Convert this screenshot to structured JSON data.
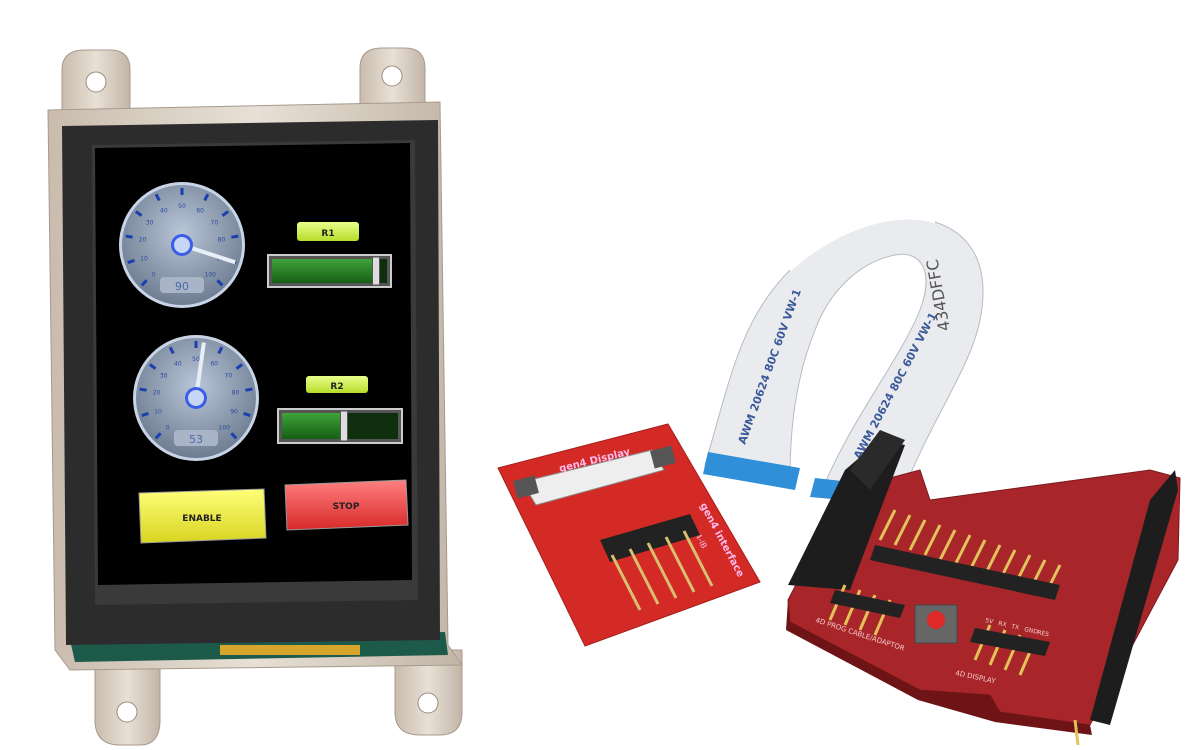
{
  "display_module": {
    "gauges": [
      {
        "value_text": "90",
        "value": 90,
        "tick_labels": [
          "0",
          "10",
          "20",
          "30",
          "40",
          "50",
          "60",
          "70",
          "80",
          "90",
          "100"
        ]
      },
      {
        "value_text": "53",
        "value": 53,
        "tick_labels": [
          "0",
          "10",
          "20",
          "30",
          "40",
          "50",
          "60",
          "70",
          "80",
          "90",
          "100"
        ]
      }
    ],
    "sliders": [
      {
        "label": "R1",
        "level_percent": 90
      },
      {
        "label": "R2",
        "level_percent": 53
      }
    ],
    "buttons": {
      "enable": "ENABLE",
      "stop": "STOP"
    },
    "colors": {
      "enable": "#f2f03a",
      "stop": "#e83a3a",
      "screen": "#000000",
      "bezel": "#2c2c2c",
      "frame": "#d9cfc4"
    }
  },
  "interface_board": {
    "title": "gen4 Display",
    "side_text": "gen4 interface",
    "model": "gen4-IB",
    "color": "#d42a25"
  },
  "ribbon_cable": {
    "print": "AWM 20624 80C 60V VW-1",
    "code": "434DFFC",
    "tab_color": "#2f8fd8"
  },
  "adaptor_shield": {
    "label_left": "4D PROG CABLE/ADAPTOR",
    "label_right": "4D DISPLAY",
    "pin_labels": [
      "5V",
      "RX",
      "TX",
      "GND",
      "RES"
    ],
    "color": "#a8262a"
  }
}
